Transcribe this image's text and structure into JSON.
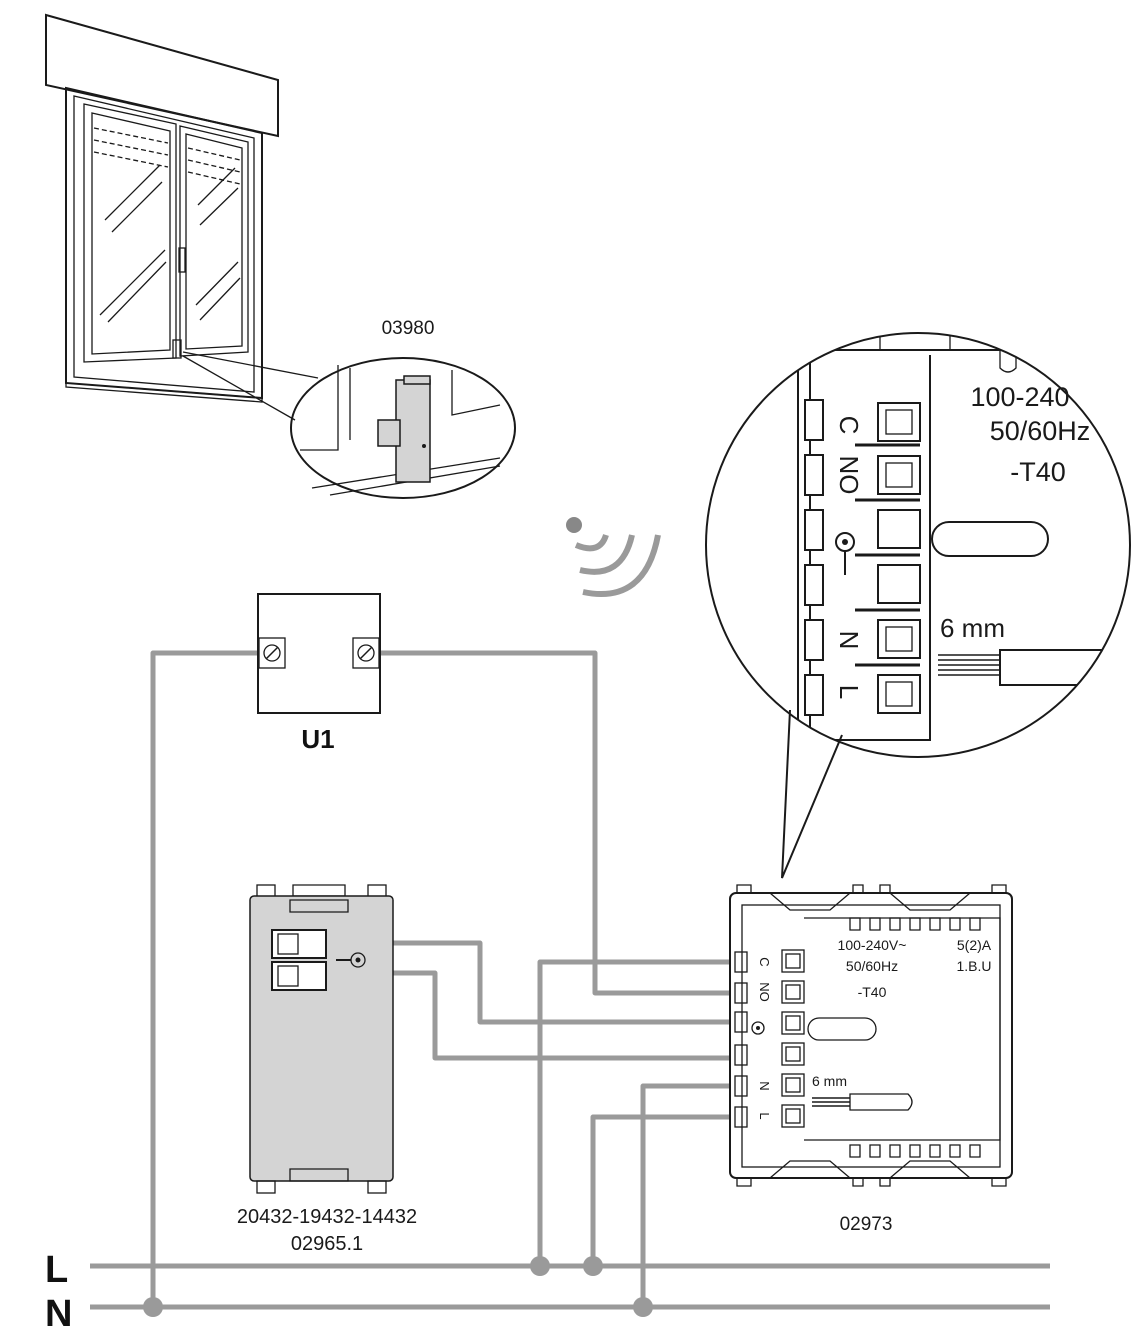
{
  "colors": {
    "wire": "#9a9a9a",
    "ink": "#1a1a1a",
    "background": "#ffffff",
    "module_fill": "#d4d4d4"
  },
  "sensor": {
    "code": "03980"
  },
  "junction_box": {
    "label": "U1"
  },
  "button_module": {
    "code_line1": "20432-19432-14432",
    "code_line2": "02965.1"
  },
  "actuator": {
    "code": "02973",
    "rating_voltage": "100-240V~",
    "rating_freq": "50/60Hz",
    "rating_temp": "-T40",
    "rating_current": "5(2)A",
    "rating_units": "1.B.U",
    "strip_length": "6 mm",
    "terminal_labels": [
      "C",
      "NO",
      "N",
      "L"
    ]
  },
  "detail": {
    "voltage": "100-240",
    "freq": "50/60Hz",
    "temp": "-T40",
    "strip_length": "6 mm",
    "terminal_labels": [
      "C",
      "NO",
      "N",
      "L"
    ]
  },
  "bus": {
    "line_label": "L",
    "neutral_label": "N"
  }
}
